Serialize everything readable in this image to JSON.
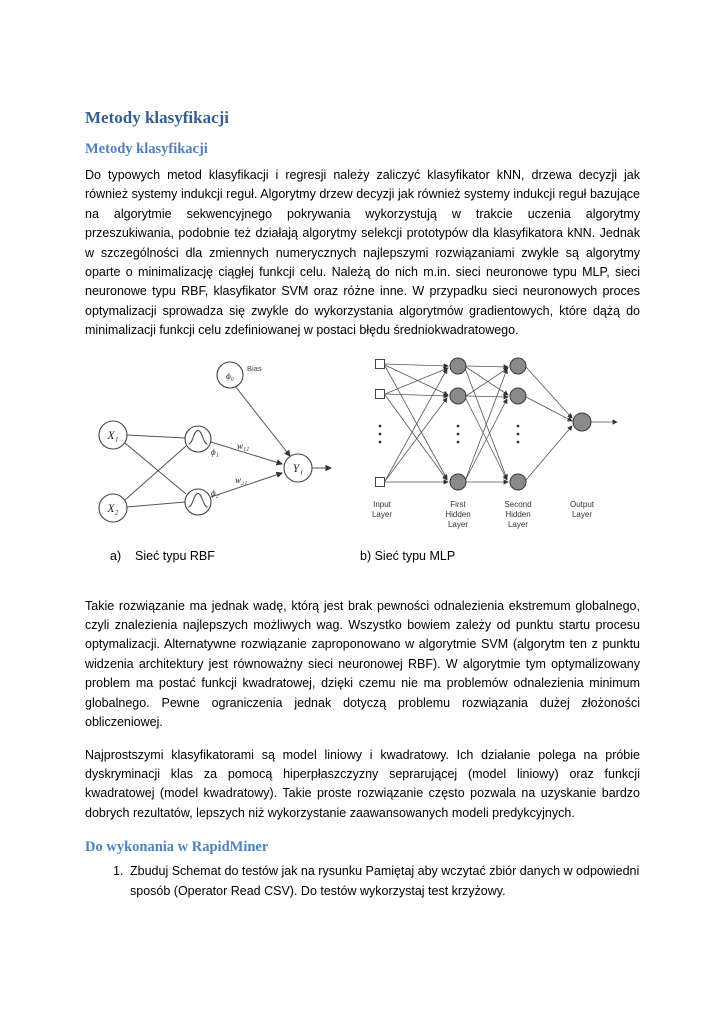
{
  "doc": {
    "title": "Metody klasyfikacji",
    "section1_heading": "Metody klasyfikacji",
    "paragraphs": {
      "intro": "Do typowych metod klasyfikacji i regresji należy zaliczyć klasyfikator kNN, drzewa decyzji jak również systemy indukcji reguł. Algorytmy drzew decyzji jak również systemy indukcji reguł bazujące na algorytmie sekwencyjnego pokrywania wykorzystują w trakcie uczenia algorytmy przeszukiwania, podobnie też działają algorytmy selekcji prototypów dla klasyfikatora kNN. Jednak w szczególności dla zmiennych numerycznych najlepszymi rozwiązaniami zwykle są algorytmy oparte o minimalizację ciągłej funkcji celu. Należą do nich m.in. sieci neuronowe typu MLP, sieci neuronowe typu RBF, klasyfikator SVM oraz różne inne. W przypadku sieci neuronowych proces optymalizacji sprowadza się zwykle do wykorzystania algorytmów gradientowych, które dążą do minimalizacji funkcji celu zdefiniowanej w postaci błędu średniokwadratowego.",
      "after_figure": "Takie rozwiązanie ma jednak wadę, którą jest brak pewności odnalezienia ekstremum globalnego, czyli znalezienia najlepszych możliwych wag. Wszystko bowiem zależy od punktu startu procesu optymalizacji. Alternatywne rozwiązanie zaproponowano w algorytmie SVM (algorytm ten z punktu widzenia architektury jest równoważny sieci neuronowej RBF). W algorytmie tym optymalizowany problem ma postać funkcji kwadratowej, dzięki czemu nie ma problemów odnalezienia minimum globalnego. Pewne ograniczenia jednak dotyczą problemu rozwiązania dużej złożoności obliczeniowej.",
      "classifiers": "Najprostszymi klasyfikatorami są model liniowy i kwadratowy. Ich działanie polega na próbie dyskryminacji klas za pomocą hiperpłaszczyzny seprarującej (model liniowy) oraz funkcji kwadratowej (model kwadratowy). Takie proste rozwiązanie często pozwala na uzyskanie bardzo dobrych rezultatów, lepszych niż wykorzystanie zaawansowanych modeli predykcyjnych."
    },
    "figure": {
      "caption_a": "a)    Sieć typu RBF",
      "caption_b": "b) Sieć typu MLP",
      "rbf": {
        "bias_label": "Bias",
        "phi0": "ϕ₀",
        "x1": "X₁",
        "x2": "X₂",
        "phi1": "ϕ₁",
        "phi2": "ϕ₂",
        "w11": "w₁₁",
        "w21": "w₂₁",
        "y1": "Y₁"
      },
      "mlp": {
        "input_layer": "Input\nLayer",
        "first_hidden_layer": "First\nHidden\nLayer",
        "second_hidden_layer": "Second\nHidden\nLayer",
        "output_layer": "Output\nLayer"
      }
    },
    "section2_heading": "Do wykonania w RapidMiner",
    "tasks": [
      {
        "number": "1.",
        "text": "Zbuduj Schemat do testów jak na rysunku Pamiętaj aby wczytać zbiór danych w odpowiedni sposób (Operator Read CSV). Do testów wykorzystaj test krzyżowy."
      }
    ],
    "colors": {
      "heading1": "#365f91",
      "heading2": "#4f81bd",
      "body_text": "#000000",
      "mlp_node_gray": "#8a8a8a"
    }
  }
}
